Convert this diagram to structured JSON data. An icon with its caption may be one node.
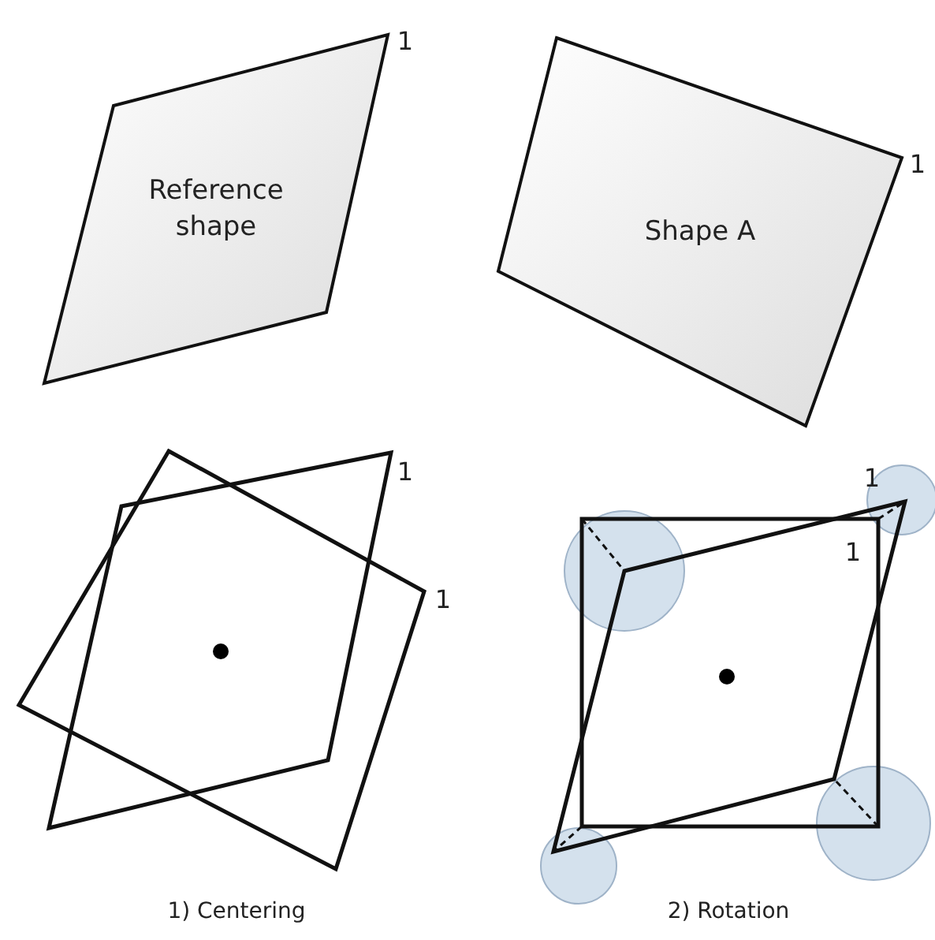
{
  "diagram": {
    "nodes": [
      {
        "text": [
          "Reference shape"
        ]
      },
      {
        "text": [
          "Shape A"
        ]
      }
    ],
    "labels": [
      "1",
      "1",
      "1",
      "1",
      "1",
      "1",
      "1) Centering",
      "2) Rotation"
    ]
  }
}
